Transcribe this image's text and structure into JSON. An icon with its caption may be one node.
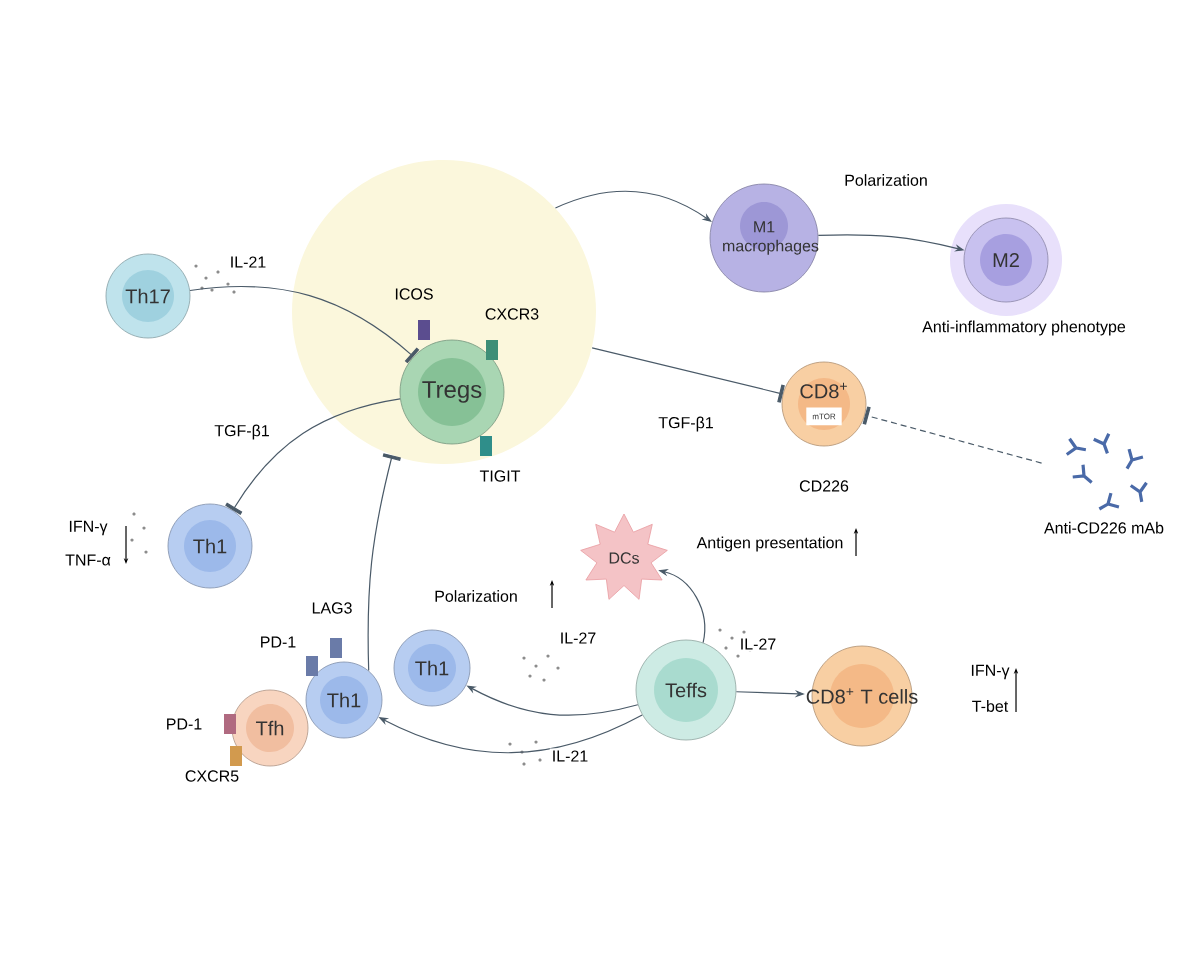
{
  "diagram": {
    "nodes": [
      {
        "text": [],
        "shape": "circle"
      },
      {
        "text": [
          "Tregs"
        ],
        "in": 0,
        "beside": [
          "ICOS",
          "CXCR3",
          "TIGIT"
        ]
      },
      {
        "text": [
          "Th17"
        ]
      },
      {
        "text": [
          "Th1"
        ],
        "beside": [
          "IFN-γ",
          "TNF-α"
        ]
      },
      {
        "text": [
          "M1 macrophages"
        ]
      },
      {
        "text": [
          "M2"
        ],
        "beside": [
          "Anti-inflammatory phenotype"
        ]
      },
      {
        "text": [
          "CD8$^{+}$",
          "mTOR"
        ],
        "beside": [
          "CD226"
        ]
      },
      {
        "text": [
          "Anti-CD226 mAb"
        ]
      },
      {
        "text": [
          "DCs"
        ],
        "beside": [
          "Antigen presentation"
        ]
      },
      {
        "text": [
          "Th1"
        ],
        "beside": [
          "Polarization"
        ]
      },
      {
        "text": [
          "Th1"
        ],
        "beside": [
          "LAG3",
          "PD-1"
        ]
      },
      {
        "text": [
          "Tfh"
        ],
        "beside": [
          "PD-1",
          "CXCR5"
        ]
      },
      {
        "text": [
          "Teffs"
        ]
      },
      {
        "text": [
          "CD8$^{+}$ T cells"
        ],
        "beside": [
          "IFN-γ",
          "T-bet"
        ]
      }
    ],
    "edges": [
      {
        "from": 2,
        "to": 1,
        "arrow": "other",
        "label": "IL-21"
      },
      {
        "from": 1,
        "to": 3,
        "arrow": "other",
        "label": "TGF-β1"
      },
      {
        "from": 0,
        "to": 4,
        "arrow": "to"
      },
      {
        "from": 4,
        "to": 5,
        "arrow": "to",
        "label": "Polarization"
      },
      {
        "from": 0,
        "to": 6,
        "arrow": "other",
        "label": "TGF-β1"
      },
      {
        "from": 7,
        "to": 6,
        "arrow": "other",
        "style": "dashed"
      },
      {
        "from": 12,
        "to": 8,
        "arrow": "to"
      },
      {
        "from": 12,
        "to": 9,
        "arrow": "to",
        "label": "IL-27"
      },
      {
        "from": 12,
        "to": 10,
        "arrow": "to",
        "label": "IL-21"
      },
      {
        "from": 12,
        "to": 13,
        "arrow": "to",
        "label": "IL-27"
      },
      {
        "from": 10,
        "to": 0,
        "arrow": "other"
      }
    ]
  }
}
